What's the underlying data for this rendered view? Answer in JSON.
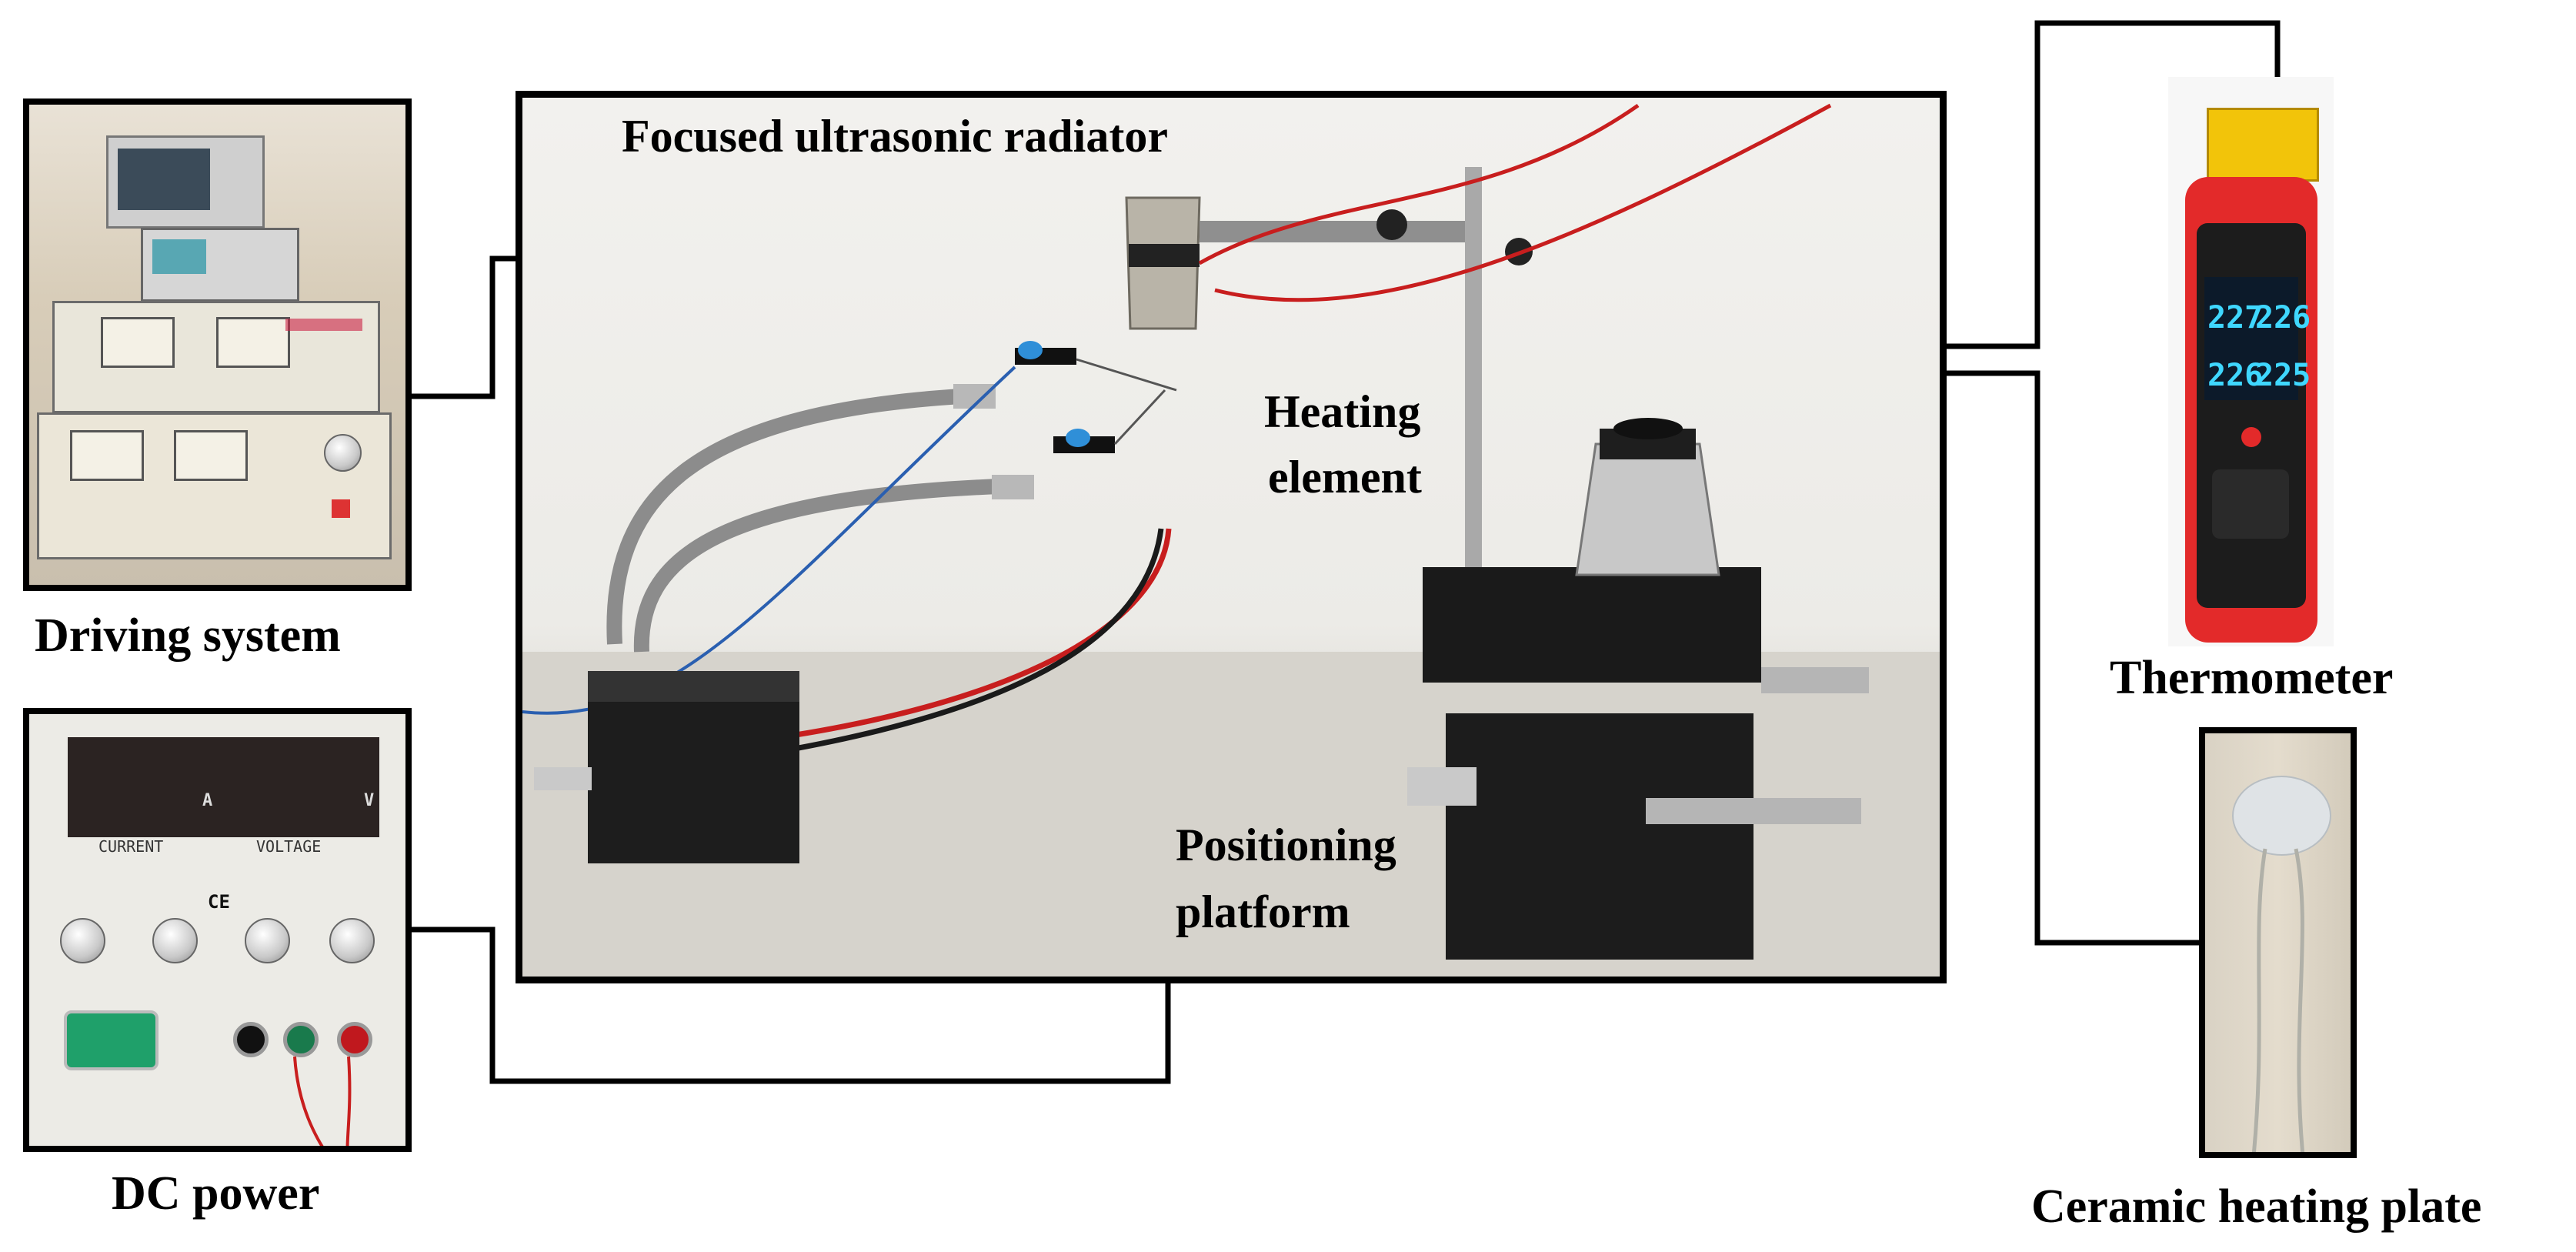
{
  "labels": {
    "radiator": "Focused ultrasonic radiator",
    "heating_element_line1": "Heating",
    "heating_element_line2": "element",
    "positioning_line1": "Positioning",
    "positioning_line2": "platform",
    "driving_system": "Driving system",
    "dc_power": "DC power",
    "thermometer": "Thermometer",
    "ceramic_plate": "Ceramic heating plate"
  },
  "dc_panel": {
    "current": "CURRENT",
    "voltage": "VOLTAGE",
    "unit_a": "A",
    "unit_v": "V",
    "ce": "CE"
  },
  "thermometer_display": {
    "t1": "227",
    "t2": "226",
    "t3": "226",
    "t4": "225"
  },
  "colors": {
    "frame": "#000000",
    "thermometer_body": "#e32a2a",
    "display_text": "#3fd7ff",
    "wire_red": "#c81e1e",
    "wire_blue": "#2a5fb0"
  }
}
